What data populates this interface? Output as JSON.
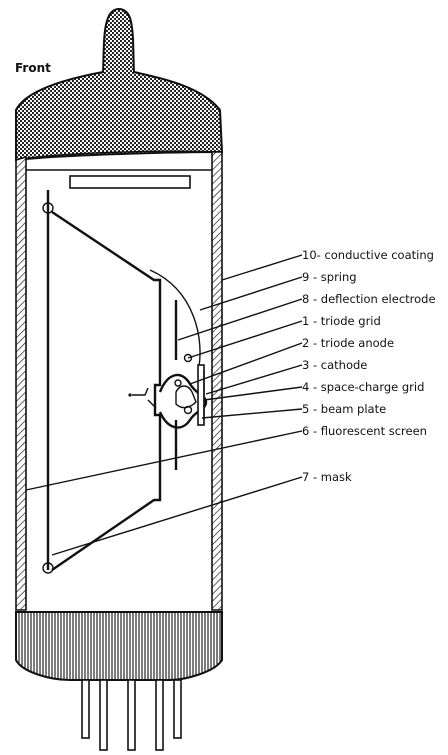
{
  "diagram": {
    "view_label": "Front",
    "labels": [
      {
        "id": "10",
        "text": "10- conductive coating"
      },
      {
        "id": "9",
        "text": "9 - spring"
      },
      {
        "id": "8",
        "text": "8 - deflection electrode"
      },
      {
        "id": "1",
        "text": "1 - triode grid"
      },
      {
        "id": "2",
        "text": "2 - triode anode"
      },
      {
        "id": "3",
        "text": "3 - cathode"
      },
      {
        "id": "4",
        "text": "4 - space-charge grid"
      },
      {
        "id": "5",
        "text": "5 - beam plate"
      },
      {
        "id": "6",
        "text": "6 - fluorescent screen"
      },
      {
        "id": "7",
        "text": "7 - mask"
      }
    ]
  }
}
